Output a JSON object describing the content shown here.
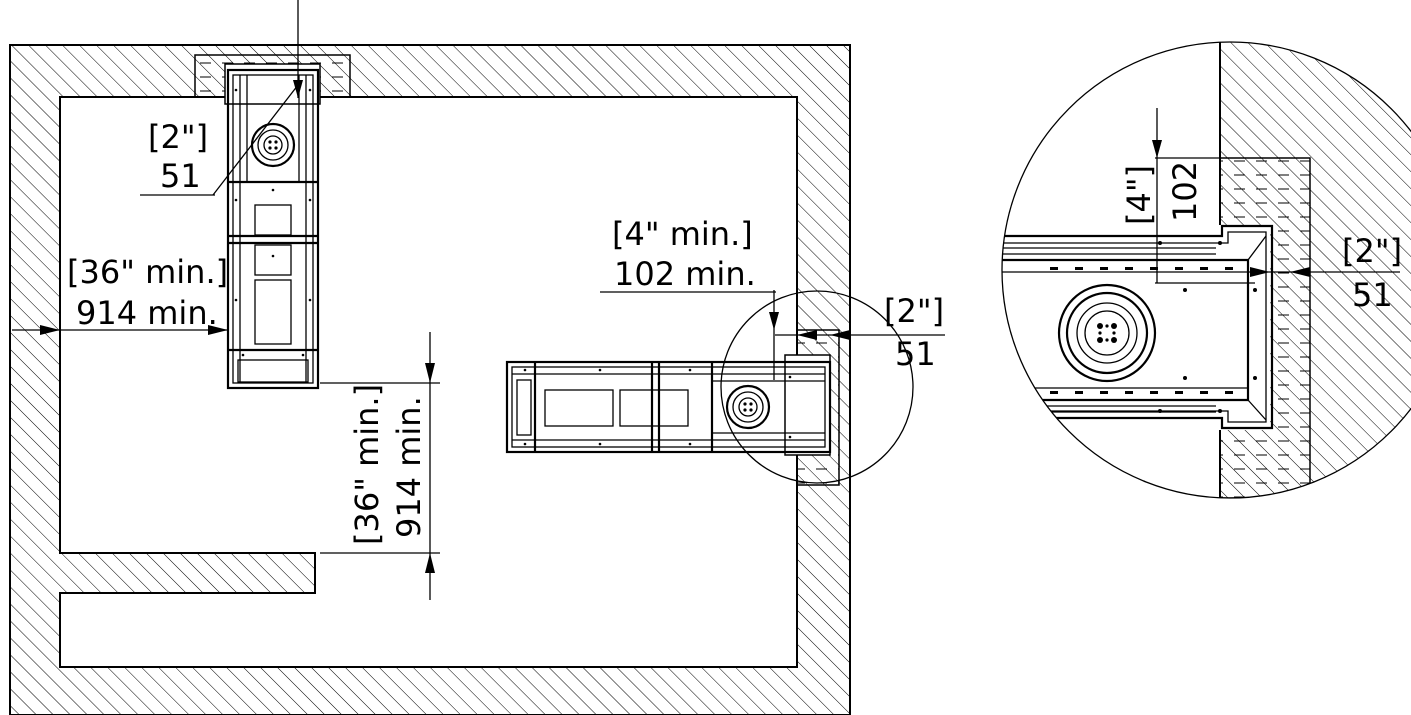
{
  "colors": {
    "line": "#000000",
    "background": "#ffffff"
  },
  "main_plan": {
    "top_clearance": {
      "imperial": "[2\"]",
      "metric": "51"
    },
    "side_clearance": {
      "imperial": "[36\" min.]",
      "metric": "914 min."
    },
    "front_clearance": {
      "imperial": "[36\" min.]",
      "metric": "914 min."
    },
    "corner_clearance_depth": {
      "imperial": "[4\" min.]",
      "metric": "102 min."
    },
    "corner_clearance_side": {
      "imperial": "[2\"]",
      "metric": "51"
    }
  },
  "detail_view": {
    "depth": {
      "imperial": "[4\"]",
      "metric": "102"
    },
    "side": {
      "imperial": "[2\"]",
      "metric": "51"
    }
  }
}
